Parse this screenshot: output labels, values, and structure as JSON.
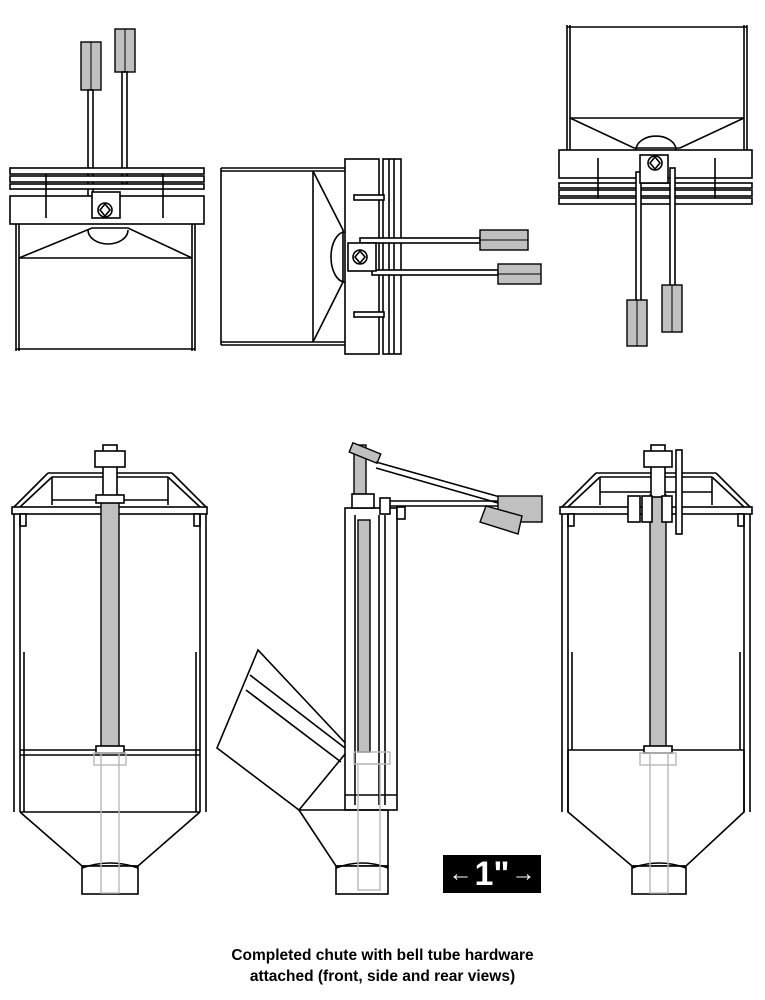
{
  "scale": {
    "left_arrow": "←",
    "label": "1\"",
    "right_arrow": "→"
  },
  "caption": {
    "line1": "Completed chute with bell tube hardware",
    "line2": "attached (front, side and rear views)"
  }
}
